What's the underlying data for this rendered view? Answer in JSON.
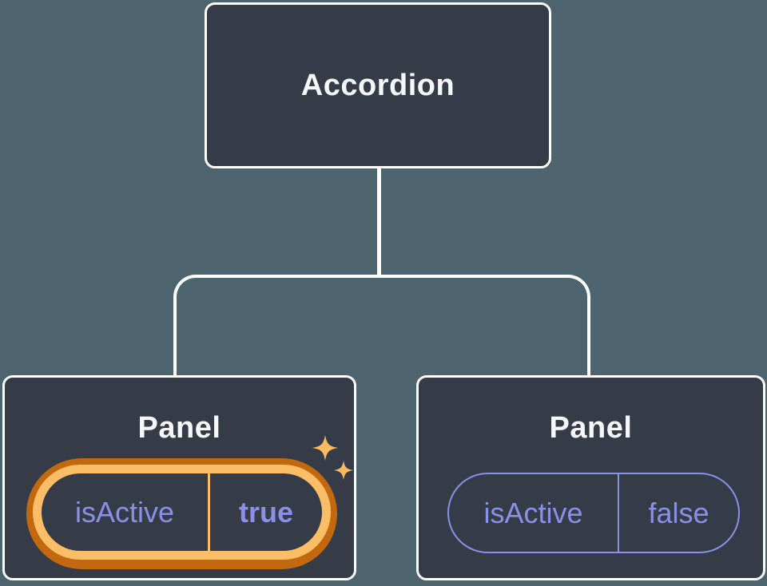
{
  "diagram": {
    "description": "Component tree showing an Accordion parent with two Panel children holding isActive state",
    "root": {
      "label": "Accordion"
    },
    "children": [
      {
        "title": "Panel",
        "state": {
          "name": "isActive",
          "value": "true"
        },
        "highlighted": true
      },
      {
        "title": "Panel",
        "state": {
          "name": "isActive",
          "value": "false"
        },
        "highlighted": false
      }
    ]
  },
  "icons": {
    "sparkles": "sparkles-icon"
  },
  "colors": {
    "background": "#4D646E",
    "node_fill": "#353B47",
    "node_border": "#FCFDFD",
    "connector": "#FCFDFD",
    "state_purple": "#8A90E8",
    "highlight_orange_dark": "#C2690F",
    "highlight_orange_light": "#FBBD66",
    "sparkle_orange": "#F8BB5F",
    "title_text": "#F6F7F9"
  }
}
